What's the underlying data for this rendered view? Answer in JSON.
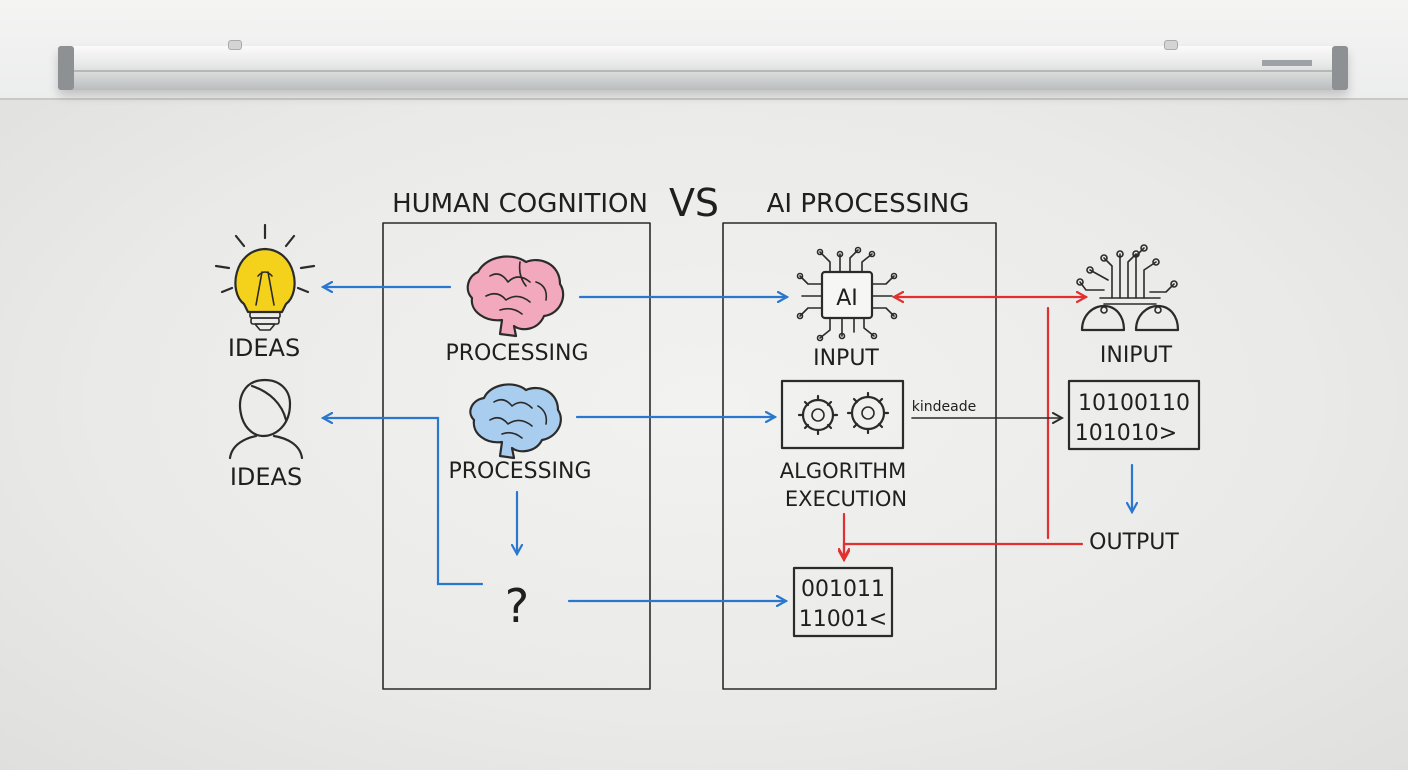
{
  "header": {
    "left_title": "HUMAN COGNITION",
    "vs": "VS",
    "right_title": "AI PROCESSING"
  },
  "human": {
    "ideas_top": "IDEAS",
    "ideas_bottom": "IDEAS",
    "processing_top": "PROCESSING",
    "processing_bottom": "PROCESSING",
    "question": "?"
  },
  "ai": {
    "chip_label": "AI",
    "input_left": "INPUT",
    "input_right": "INIPUT",
    "algorithm_line1": "ALGORITHM",
    "algorithm_line2": "EXECUTION",
    "arrow_label": "kindeade",
    "binary_right_line1": "10100110",
    "binary_right_line2": "101010>",
    "binary_bottom_line1": "001011",
    "binary_bottom_line2": "11001<",
    "output": "OUTPUT"
  },
  "colors": {
    "ink": "#2b2b2b",
    "blue_arrow": "#2a77d0",
    "red_arrow": "#e23030",
    "bulb_yellow": "#f4d21c",
    "brain_pink": "#f2a9bd",
    "brain_blue": "#a9cdee"
  },
  "icons": [
    "lightbulb-icon",
    "person-icon",
    "brain-icon",
    "chip-icon",
    "gears-icon",
    "circuit-hands-icon"
  ]
}
